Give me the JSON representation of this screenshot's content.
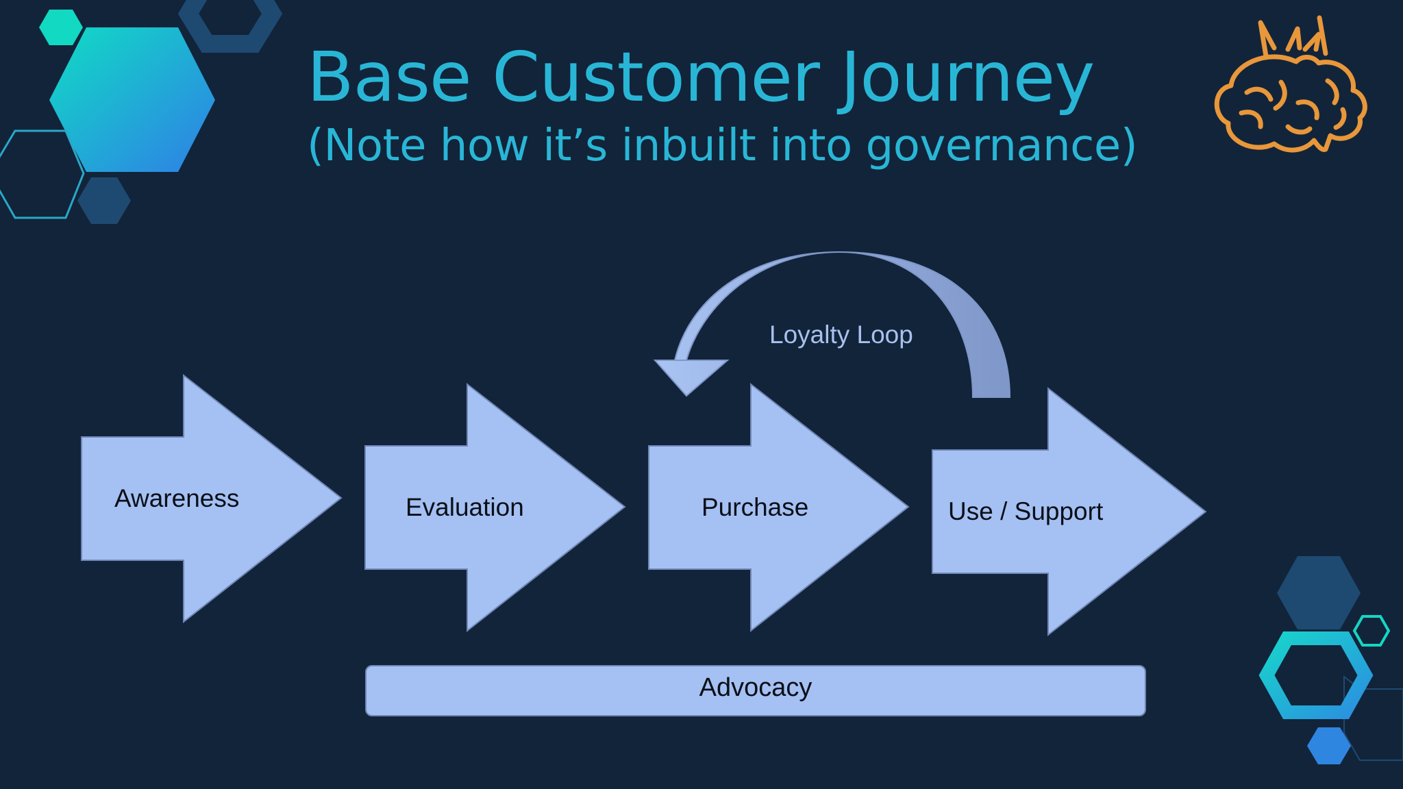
{
  "slide": {
    "title": "Base Customer Journey",
    "subtitle": "(Note how it’s inbuilt into governance)"
  },
  "diagram": {
    "stages": [
      "Awareness",
      "Evaluation",
      "Purchase",
      "Use / Support"
    ],
    "loop_label": "Loyalty Loop",
    "advocacy_label": "Advocacy"
  },
  "colors": {
    "background": "#12243a",
    "title": "#29b6d6",
    "arrow_fill": "#a5c0f2",
    "loop_arrow": "#9cb4e6",
    "logo": "#e8973a"
  },
  "icons": [
    "brain-logo-icon",
    "hexagon-decoration"
  ]
}
